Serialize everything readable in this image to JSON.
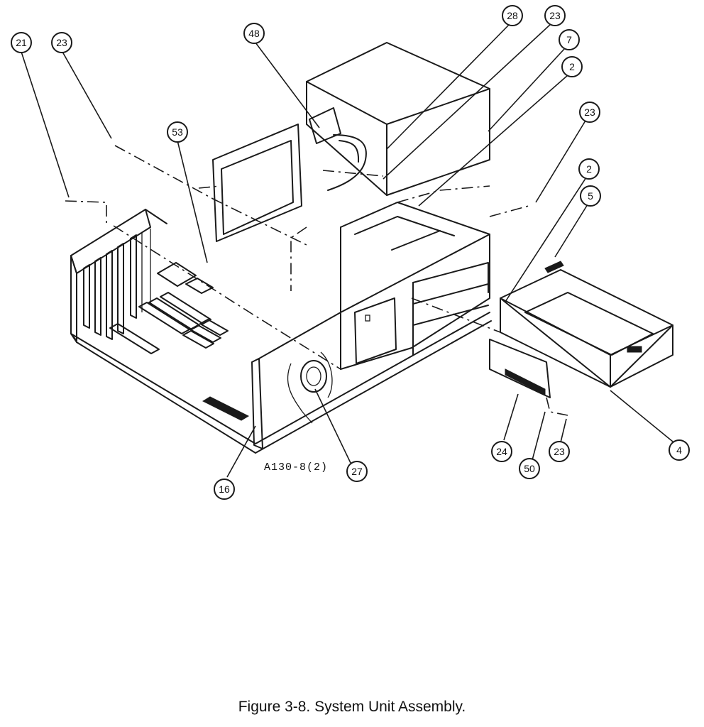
{
  "caption": "Figure 3-8. System Unit Assembly.",
  "drawing_code": "A130-8(2)",
  "callouts": [
    {
      "id": "c21a",
      "label": "21"
    },
    {
      "id": "c23a",
      "label": "23"
    },
    {
      "id": "c48",
      "label": "48"
    },
    {
      "id": "c53",
      "label": "53"
    },
    {
      "id": "c28",
      "label": "28"
    },
    {
      "id": "c23b",
      "label": "23"
    },
    {
      "id": "c7",
      "label": "7"
    },
    {
      "id": "c2a",
      "label": "2"
    },
    {
      "id": "c23c",
      "label": "23"
    },
    {
      "id": "c2b",
      "label": "2"
    },
    {
      "id": "c5",
      "label": "5"
    },
    {
      "id": "c4",
      "label": "4"
    },
    {
      "id": "c24",
      "label": "24"
    },
    {
      "id": "c50",
      "label": "50"
    },
    {
      "id": "c23d",
      "label": "23"
    },
    {
      "id": "c27",
      "label": "27"
    },
    {
      "id": "c16",
      "label": "16"
    }
  ]
}
